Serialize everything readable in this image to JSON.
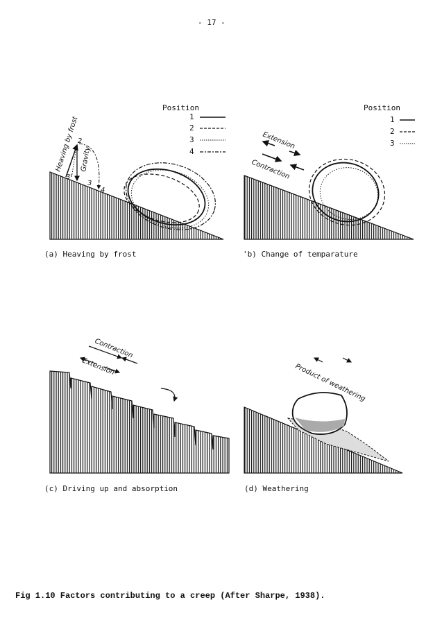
{
  "page_number": "- 17 -",
  "panels": {
    "a": {
      "caption": "(a)  Heaving by frost",
      "legend_title": "Position",
      "legend": [
        "1",
        "2",
        "3",
        "4"
      ],
      "label_heaving": "Heaving by frost",
      "label_gravity": "Gravity",
      "points": [
        "2",
        "3",
        "3'",
        "4"
      ]
    },
    "b": {
      "caption": "'b)  Change of temparature",
      "legend_title": "Position",
      "legend": [
        "1",
        "2",
        "3"
      ],
      "label_extension": "Extension",
      "label_contraction": "Contraction"
    },
    "c": {
      "caption": "(c)  Driving up and absorption",
      "label_contraction": "Contraction",
      "label_extension": "Extension"
    },
    "d": {
      "caption": "(d)  Weathering",
      "label_product": "Product of weathering"
    }
  },
  "figure_caption": "Fig 1.10  Factors contributing to a creep  (After Sharpe, 1938)."
}
